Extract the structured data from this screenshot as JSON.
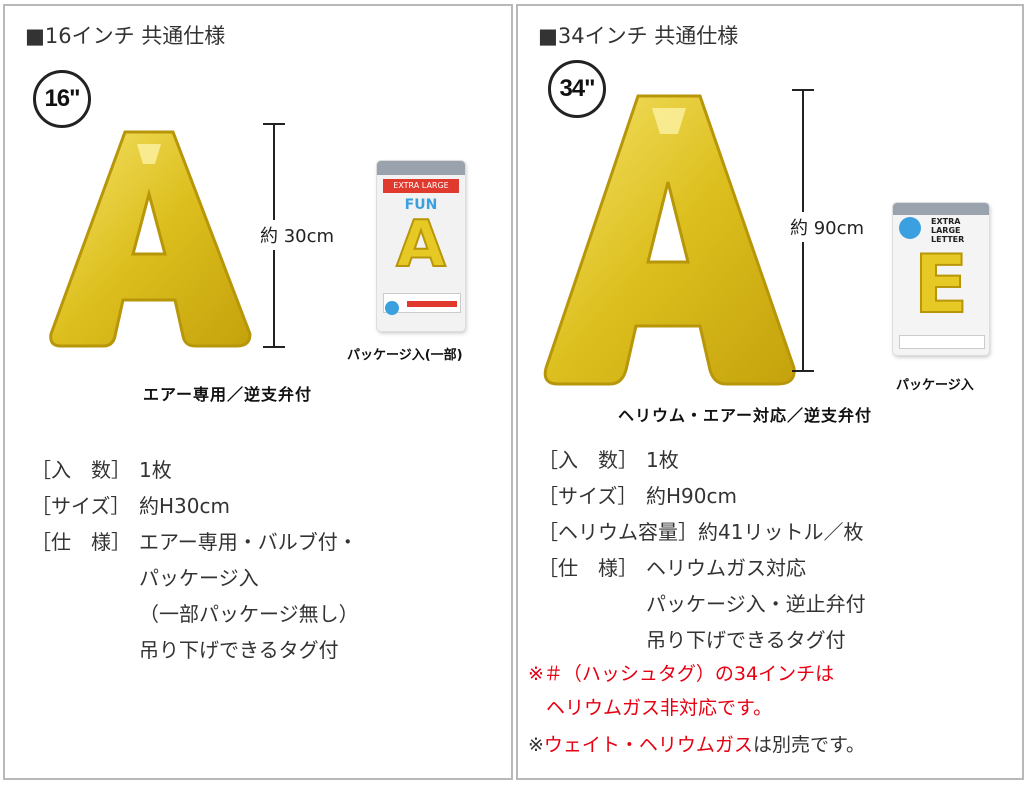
{
  "left": {
    "heading": "■16インチ 共通仕様",
    "badge": "16\"",
    "balloon_letter": "A",
    "dimension": "約 30cm",
    "package_label": "パッケージ入(一部)",
    "package_letter": "A",
    "package_brand": "FUN",
    "caption": "エアー専用／逆支弁付",
    "specs": [
      {
        "key": "［入　数］",
        "value": "1枚"
      },
      {
        "key": "［サイズ］",
        "value": "約H30cm"
      },
      {
        "key": "［仕　様］",
        "value": "エアー専用・バルブ付・"
      },
      {
        "key": "",
        "value": "パッケージ入"
      },
      {
        "key": "",
        "value": "（一部パッケージ無し）"
      },
      {
        "key": "",
        "value": "吊り下げできるタグ付"
      }
    ]
  },
  "right": {
    "heading": "■34インチ 共通仕様",
    "badge": "34\"",
    "balloon_letter": "A",
    "dimension": "約 90cm",
    "package_label": "パッケージ入",
    "package_letter": "E",
    "package_brand": "EXTRA LARGE LETTER",
    "caption": "ヘリウム・エアー対応／逆支弁付",
    "specs": [
      {
        "key": "［入　数］",
        "value": "1枚"
      },
      {
        "key": "［サイズ］",
        "value": "約H90cm"
      },
      {
        "key": "［ヘリウム容量］",
        "value": "約41リットル／枚"
      },
      {
        "key": "［仕　様］",
        "value": "ヘリウムガス対応"
      },
      {
        "key": "",
        "value": "パッケージ入・逆止弁付"
      },
      {
        "key": "",
        "value": "吊り下げできるタグ付"
      }
    ],
    "note1_line1": "※＃（ハッシュタグ）の34インチは",
    "note1_line2": "ヘリウムガス非対応です。",
    "note2_prefix": "※",
    "note2_red": "ウェイト・ヘリウムガス",
    "note2_suffix": "は別売です。"
  },
  "colors": {
    "gold": "#e6c925",
    "gold_dark": "#c9a60e",
    "red_note": "#e60012",
    "border": "#b8b8b8"
  }
}
